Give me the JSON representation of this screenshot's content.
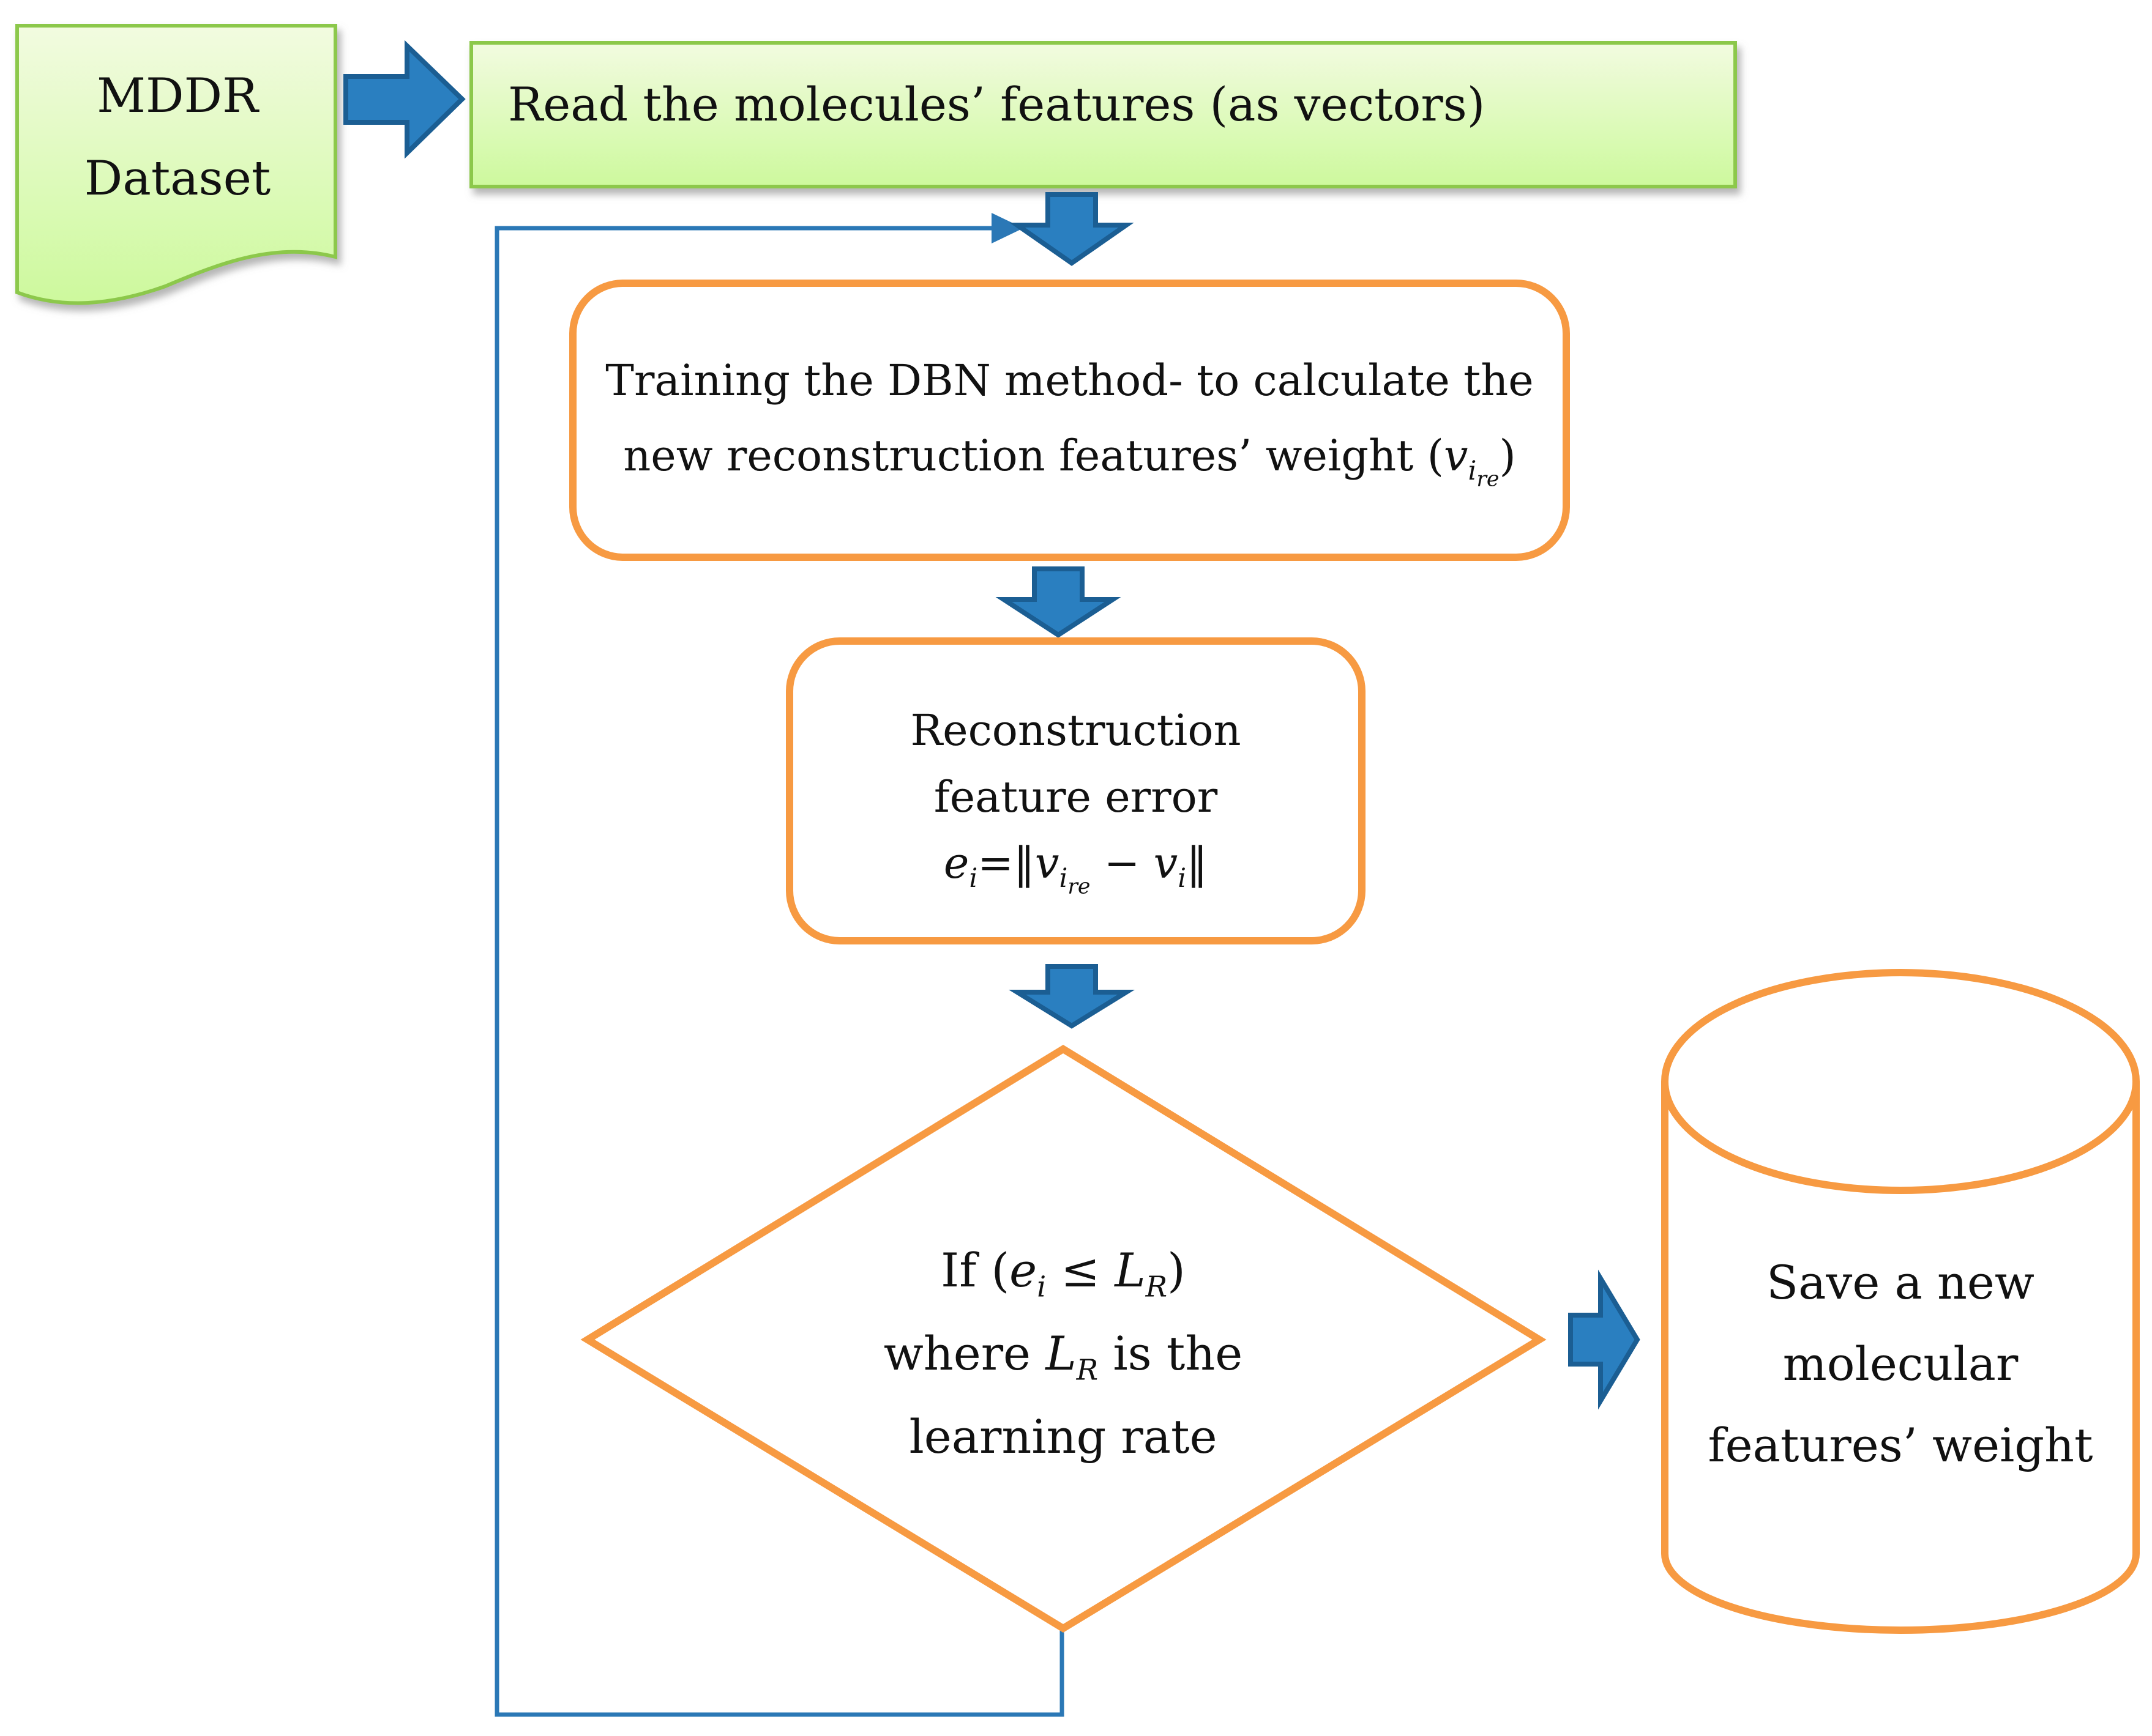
{
  "colors": {
    "green_top": "#f2fbe0",
    "green_bottom": "#cdf99d",
    "green_border": "#8cc84b",
    "orange": "#f79a42",
    "arrow_blue": "#2a7fc0",
    "arrow_dark": "#1b5e93",
    "loop_line": "#2b78b6"
  },
  "nodes": {
    "dataset": {
      "line1": "MDDR",
      "line2": "Dataset"
    },
    "read": {
      "text": "Read the molecules’ features (as vectors)"
    },
    "train": {
      "line1": "Training the DBN method- to calculate the",
      "line2_prefix": "new reconstruction features’ weight (",
      "var_v": "v",
      "sub_i": "i",
      "sub_re": "re",
      "line2_suffix": ")"
    },
    "error": {
      "line1": "Reconstruction",
      "line2": "feature error",
      "e": "e",
      "sub_i": "i",
      "eq": "=‖",
      "v1": "v",
      "sub_i2": "i",
      "sub_re": "re",
      "minus": " − ",
      "v2": "v",
      "sub_i3": "i",
      "close": "‖"
    },
    "decision": {
      "if_prefix": "If (",
      "e": "e",
      "sub_i": "i",
      "le": " ≤ ",
      "L": "L",
      "sub_R": "R",
      "close": ")",
      "where": "where ",
      "L2": "L",
      "sub_R2": "R",
      "is_the": " is the",
      "line3": "learning rate"
    },
    "save": {
      "line1": "Save a new",
      "line2": "molecular",
      "line3": "features’ weight"
    }
  },
  "icons": [
    "block-arrow-right",
    "block-arrow-down",
    "loop-arrowhead"
  ]
}
